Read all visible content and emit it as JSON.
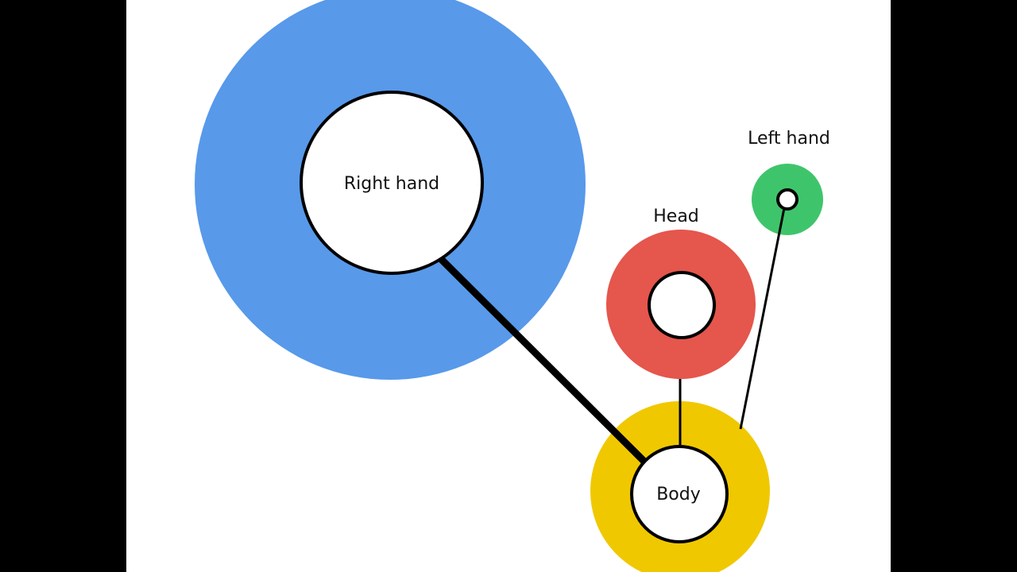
{
  "colors": {
    "background": "#ffffff",
    "letterbox": "#000000",
    "right_hand_ring": "#5899ea",
    "head_ring": "#e5564c",
    "left_hand_ring": "#3ec56b",
    "body_ring": "#f0c800",
    "node_fill": "#ffffff",
    "outline": "#000000"
  },
  "nodes": {
    "right_hand": {
      "label": "Right hand"
    },
    "head": {
      "label": "Head"
    },
    "left_hand": {
      "label": "Left hand"
    },
    "body": {
      "label": "Body"
    }
  },
  "connections": [
    {
      "from": "right_hand",
      "to": "body",
      "weight": "thick"
    },
    {
      "from": "head",
      "to": "body",
      "weight": "thin"
    },
    {
      "from": "left_hand",
      "to": "body",
      "weight": "thin"
    }
  ]
}
